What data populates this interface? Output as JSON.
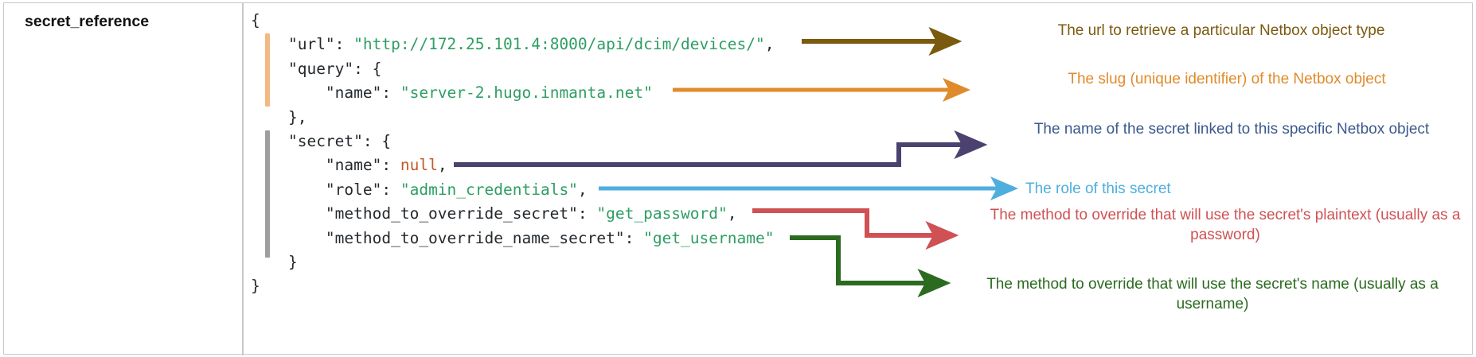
{
  "row": {
    "label": "secret_reference"
  },
  "code": {
    "language": "json",
    "lines": [
      {
        "indent": 0,
        "tokens": [
          {
            "t": "{",
            "c": "punc"
          }
        ]
      },
      {
        "indent": 1,
        "tokens": [
          {
            "t": "\"url\"",
            "c": "key"
          },
          {
            "t": ": ",
            "c": "punc"
          },
          {
            "t": "\"http://172.25.101.4:8000/api/dcim/devices/\"",
            "c": "str"
          },
          {
            "t": ",",
            "c": "punc"
          }
        ]
      },
      {
        "indent": 1,
        "tokens": [
          {
            "t": "\"query\"",
            "c": "key"
          },
          {
            "t": ": {",
            "c": "punc"
          }
        ]
      },
      {
        "indent": 2,
        "tokens": [
          {
            "t": "\"name\"",
            "c": "key"
          },
          {
            "t": ": ",
            "c": "punc"
          },
          {
            "t": "\"server-2.hugo.inmanta.net\"",
            "c": "str"
          }
        ]
      },
      {
        "indent": 1,
        "tokens": [
          {
            "t": "},",
            "c": "punc"
          }
        ]
      },
      {
        "indent": 1,
        "tokens": [
          {
            "t": "\"secret\"",
            "c": "key"
          },
          {
            "t": ": {",
            "c": "punc"
          }
        ]
      },
      {
        "indent": 2,
        "tokens": [
          {
            "t": "\"name\"",
            "c": "key"
          },
          {
            "t": ": ",
            "c": "punc"
          },
          {
            "t": "null",
            "c": "null"
          },
          {
            "t": ",",
            "c": "punc"
          }
        ]
      },
      {
        "indent": 2,
        "tokens": [
          {
            "t": "\"role\"",
            "c": "key"
          },
          {
            "t": ": ",
            "c": "punc"
          },
          {
            "t": "\"admin_credentials\"",
            "c": "str"
          },
          {
            "t": ",",
            "c": "punc"
          }
        ]
      },
      {
        "indent": 2,
        "tokens": [
          {
            "t": "\"method_to_override_secret\"",
            "c": "key"
          },
          {
            "t": ": ",
            "c": "punc"
          },
          {
            "t": "\"get_password\"",
            "c": "str"
          },
          {
            "t": ",",
            "c": "punc"
          }
        ]
      },
      {
        "indent": 2,
        "tokens": [
          {
            "t": "\"method_to_override_name_secret\"",
            "c": "key"
          },
          {
            "t": ": ",
            "c": "punc"
          },
          {
            "t": "\"get_username\"",
            "c": "str"
          }
        ]
      },
      {
        "indent": 1,
        "tokens": [
          {
            "t": "}",
            "c": "punc"
          }
        ]
      },
      {
        "indent": 0,
        "tokens": [
          {
            "t": "}",
            "c": "punc"
          }
        ]
      }
    ],
    "indent_guides": [
      {
        "name": "url-query-block",
        "color": "#f3b983"
      },
      {
        "name": "secret-block",
        "color": "#9e9e9e"
      }
    ]
  },
  "annotations": [
    {
      "id": "url-annotation",
      "text": "The url to retrieve a particular Netbox object type",
      "color": "#7a5a0e",
      "arrow": "straight",
      "targets_line": "url"
    },
    {
      "id": "query-name-annotation",
      "text": "The slug (unique identifier) of the Netbox object",
      "color": "#e08b2b",
      "arrow": "straight",
      "targets_line": "query.name"
    },
    {
      "id": "secret-name-annotation",
      "text": "The name of the secret linked to this specific Netbox object",
      "color": "#4c4270",
      "arrow": "stepped-up",
      "targets_line": "secret.name"
    },
    {
      "id": "secret-role-annotation",
      "text": "The role of this secret",
      "color": "#4eaede",
      "arrow": "straight",
      "targets_line": "secret.role"
    },
    {
      "id": "method-override-secret-annotation",
      "text": "The method to override that will use the secret's plaintext (usually as a password)",
      "color": "#cf5154",
      "arrow": "stepped-down",
      "targets_line": "secret.method_to_override_secret"
    },
    {
      "id": "method-override-name-secret-annotation",
      "text": "The method to override that will use the secret's name (usually as a username)",
      "color": "#2b6a1f",
      "arrow": "stepped-down",
      "targets_line": "secret.method_to_override_name_secret"
    }
  ]
}
